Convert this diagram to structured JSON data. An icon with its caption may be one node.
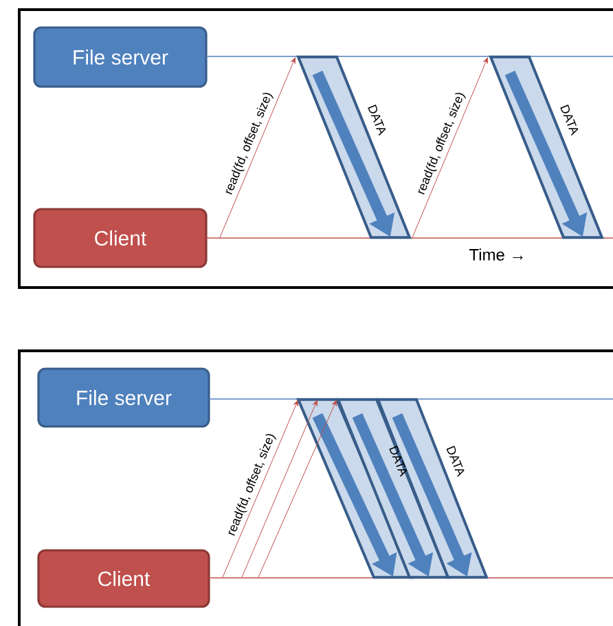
{
  "diagram": {
    "nodes": [
      {
        "text": [],
        "shape": "box"
      },
      {
        "text": [
          "File server"
        ],
        "in": 0
      },
      {
        "text": [
          "Client"
        ],
        "in": 0
      },
      {
        "text": [],
        "shape": "line",
        "in": 0
      },
      {
        "text": [],
        "shape": "line",
        "in": 0
      },
      {
        "text": [],
        "shape": "box"
      },
      {
        "text": [
          "File server"
        ],
        "in": 5
      },
      {
        "text": [
          "Client"
        ],
        "in": 5
      },
      {
        "text": [],
        "shape": "line",
        "in": 5
      },
      {
        "text": [],
        "shape": "line",
        "in": 5
      }
    ],
    "edges": [
      {
        "from": 4,
        "to": 3,
        "arrow": "to",
        "label": "read(fd, offset, size)",
        "color": "#c0504d"
      },
      {
        "from": 3,
        "to": 4,
        "arrow": "to",
        "label": "DATA",
        "style": "thick",
        "color": "#4f81bd"
      },
      {
        "from": 4,
        "to": 3,
        "arrow": "to",
        "label": "read(fd, offset, size)",
        "color": "#c0504d"
      },
      {
        "from": 3,
        "to": 4,
        "arrow": "to",
        "label": "DATA",
        "style": "thick",
        "color": "#4f81bd"
      },
      {
        "from": 9,
        "to": 8,
        "arrow": "to",
        "label": "read(fd, offset, size)",
        "color": "#c0504d"
      },
      {
        "from": 9,
        "to": 8,
        "arrow": "to",
        "color": "#c0504d"
      },
      {
        "from": 9,
        "to": 8,
        "arrow": "to",
        "color": "#c0504d"
      },
      {
        "from": 8,
        "to": 9,
        "arrow": "to",
        "style": "thick",
        "color": "#4f81bd"
      },
      {
        "from": 8,
        "to": 9,
        "arrow": "to",
        "label": "DATA",
        "style": "thick",
        "color": "#4f81bd"
      },
      {
        "from": 8,
        "to": 9,
        "arrow": "to",
        "label": "DATA",
        "style": "thick",
        "color": "#4f81bd"
      }
    ],
    "labels": [
      "Time →"
    ]
  }
}
